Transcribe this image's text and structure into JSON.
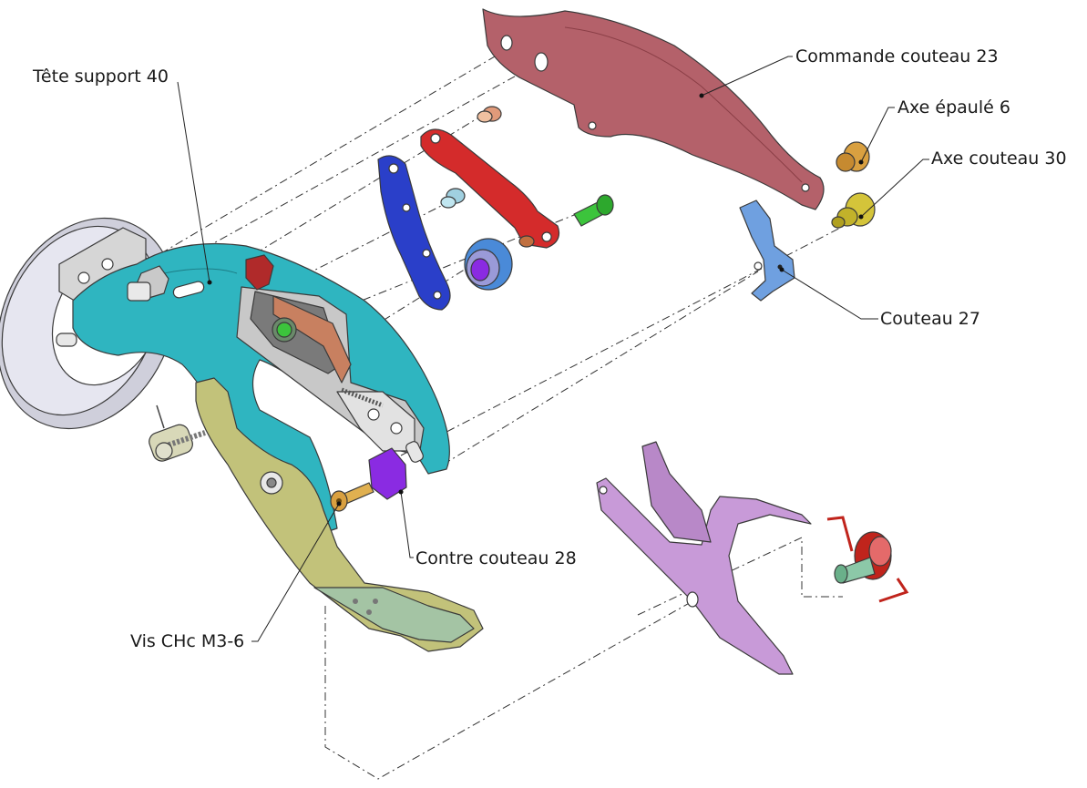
{
  "labels": {
    "tete_support": "Tête support 40",
    "commande_couteau": "Commande couteau 23",
    "axe_epaule": "Axe épaulé 6",
    "axe_couteau": "Axe couteau 30",
    "couteau": "Couteau 27",
    "contre_couteau": "Contre couteau 28",
    "vis_chc": "Vis CHc M3-6"
  },
  "colors": {
    "commande_couteau": "#b4616a",
    "tete_support": "#2fb5c0",
    "support_arm": "#c2c27a",
    "link_blue": "#2a3fc9",
    "link_red": "#d42b2b",
    "couteau": "#6fa0e0",
    "contre_couteau": "#8a2be2",
    "axe_epaule": "#d9a040",
    "axe_couteau": "#d4c43a",
    "fork_lilac": "#c89ad8",
    "spring_red": "#c0241c",
    "pin_green": "#3cc43c",
    "disc_grey": "#d8d8e4"
  }
}
